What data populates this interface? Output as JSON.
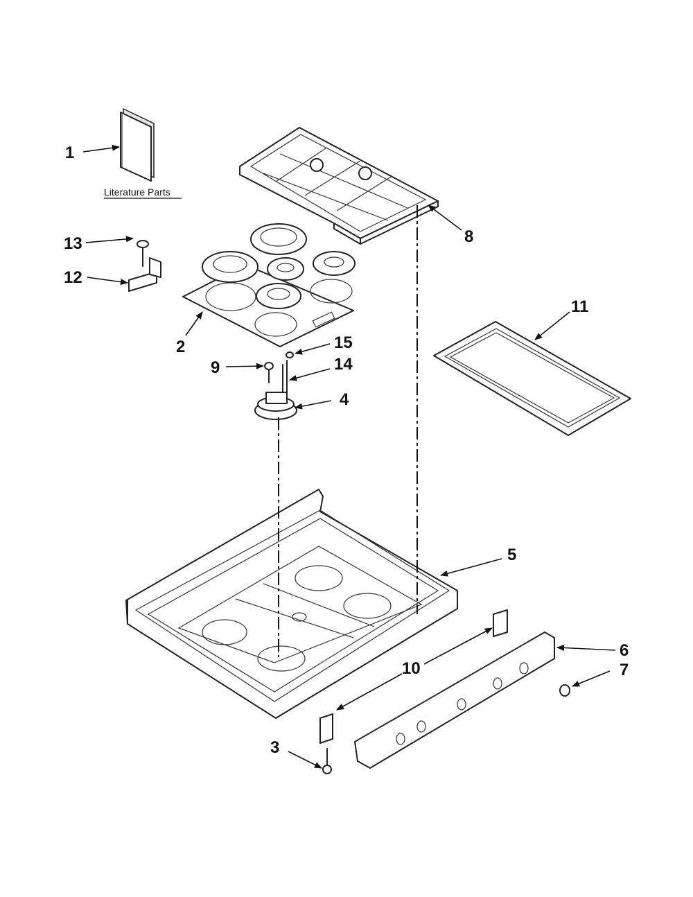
{
  "diagram": {
    "literature_label": "Literature Parts",
    "callouts": [
      {
        "id": "1",
        "text": "1"
      },
      {
        "id": "2",
        "text": "2"
      },
      {
        "id": "3",
        "text": "3"
      },
      {
        "id": "4",
        "text": "4"
      },
      {
        "id": "5",
        "text": "5"
      },
      {
        "id": "6",
        "text": "6"
      },
      {
        "id": "7",
        "text": "7"
      },
      {
        "id": "8",
        "text": "8"
      },
      {
        "id": "9",
        "text": "9"
      },
      {
        "id": "10",
        "text": "10"
      },
      {
        "id": "11",
        "text": "11"
      },
      {
        "id": "12",
        "text": "12"
      },
      {
        "id": "13",
        "text": "13"
      },
      {
        "id": "14",
        "text": "14"
      },
      {
        "id": "15",
        "text": "15"
      }
    ]
  }
}
